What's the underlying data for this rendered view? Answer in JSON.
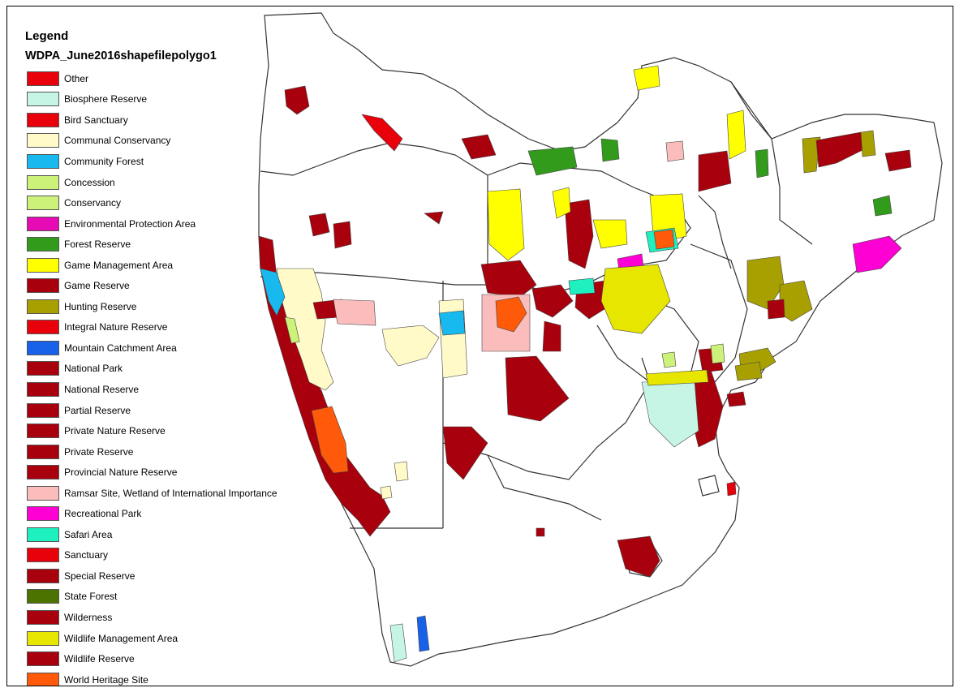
{
  "legend": {
    "title": "Legend",
    "layer_name": "WDPA_June2016shapefilepolygo1",
    "items": [
      {
        "label": "Other",
        "color": "#e8000b"
      },
      {
        "label": "Biosphere Reserve",
        "color": "#c6f5e6"
      },
      {
        "label": "Bird Sanctuary",
        "color": "#e8000b"
      },
      {
        "label": "Communal Conservancy",
        "color": "#fffac8"
      },
      {
        "label": "Community Forest",
        "color": "#17b9ee"
      },
      {
        "label": "Concession",
        "color": "#ccf27a"
      },
      {
        "label": "Conservancy",
        "color": "#ccf27a"
      },
      {
        "label": "Environmental Protection Area",
        "color": "#e60bb4"
      },
      {
        "label": "Forest Reserve",
        "color": "#339b1b"
      },
      {
        "label": "Game Management Area",
        "color": "#ffff00"
      },
      {
        "label": "Game Reserve",
        "color": "#a8000c"
      },
      {
        "label": "Hunting Reserve",
        "color": "#a8a000"
      },
      {
        "label": "Integral Nature Reserve",
        "color": "#e8000b"
      },
      {
        "label": "Mountain Catchment Area",
        "color": "#1762e8"
      },
      {
        "label": "National Park",
        "color": "#a8000c"
      },
      {
        "label": "National Reserve",
        "color": "#a8000c"
      },
      {
        "label": "Partial Reserve",
        "color": "#a8000c"
      },
      {
        "label": "Private Nature Reserve",
        "color": "#a8000c"
      },
      {
        "label": "Private Reserve",
        "color": "#a8000c"
      },
      {
        "label": "Provincial Nature Reserve",
        "color": "#a8000c"
      },
      {
        "label": "Ramsar Site, Wetland of International Importance",
        "color": "#fbbcbc"
      },
      {
        "label": "Recreational Park",
        "color": "#ff00d4"
      },
      {
        "label": "Safari Area",
        "color": "#1ff0c0"
      },
      {
        "label": "Sanctuary",
        "color": "#e8000b"
      },
      {
        "label": "Special Reserve",
        "color": "#a8000c"
      },
      {
        "label": "State Forest",
        "color": "#4c7300"
      },
      {
        "label": "Wilderness",
        "color": "#a8000c"
      },
      {
        "label": "Wildlife Management Area",
        "color": "#e6e600"
      },
      {
        "label": "Wildlife Reserve",
        "color": "#a8000c"
      },
      {
        "label": "World Heritage Site",
        "color": "#ff5a0a"
      }
    ]
  }
}
